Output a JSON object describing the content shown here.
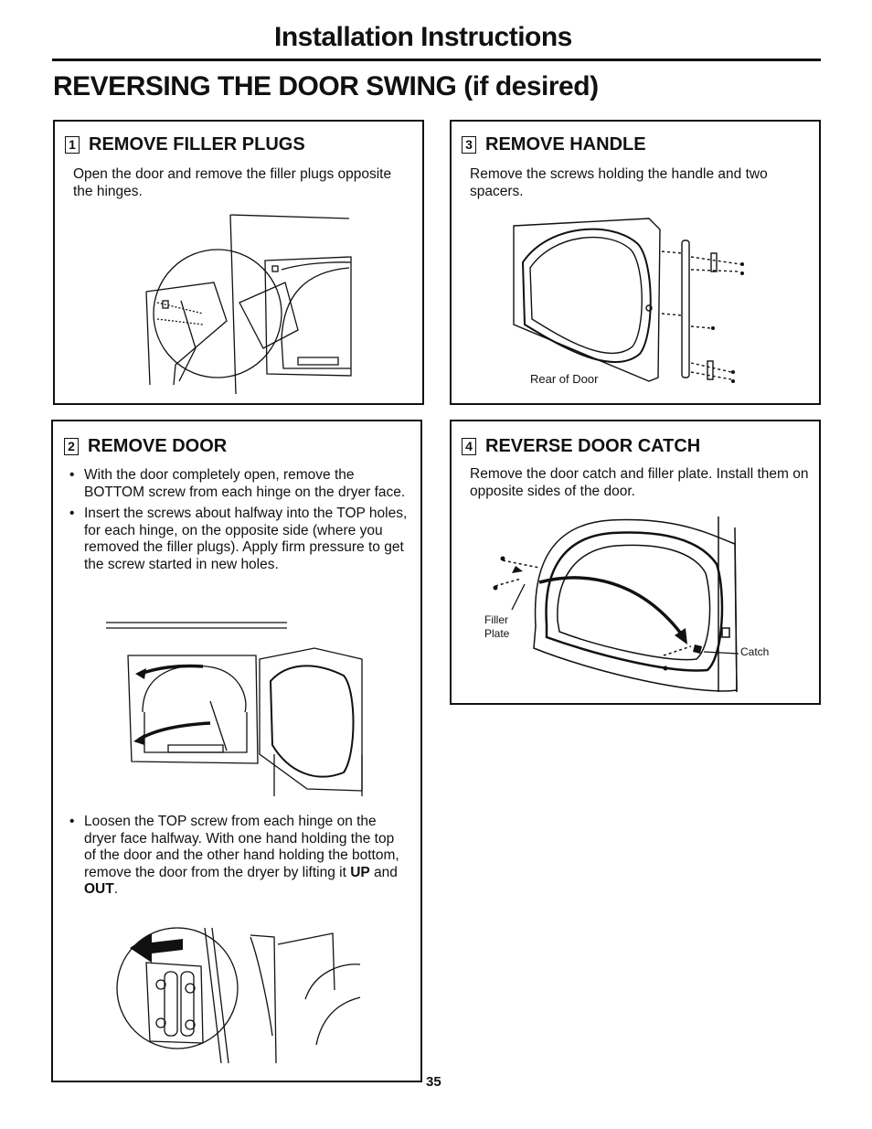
{
  "header": {
    "title": "Installation Instructions"
  },
  "section": {
    "title": "REVERSING THE DOOR SWING (if desired)"
  },
  "steps": [
    {
      "number": "1",
      "title": "REMOVE FILLER PLUGS",
      "text": "Open the door and remove the filler plugs opposite the hinges."
    },
    {
      "number": "2",
      "title": "REMOVE DOOR",
      "bullets": [
        "With the door completely open, remove the BOTTOM screw from each hinge on the dryer face.",
        "Insert the screws about halfway into the TOP holes, for each hinge, on the opposite side (where you removed the filler plugs). Apply firm pressure to get the screw started in new holes."
      ],
      "bullet3_pre": "Loosen the TOP screw from each hinge on the dryer face halfway. With one hand holding the top of the door and the other hand holding the bottom, remove the door from the dryer by lifting it ",
      "bullet3_up": "UP",
      "bullet3_and": " and ",
      "bullet3_out": "OUT",
      "bullet3_end": "."
    },
    {
      "number": "3",
      "title": "REMOVE HANDLE",
      "text": "Remove the screws holding the handle and two spacers.",
      "figure_label": "Rear of Door"
    },
    {
      "number": "4",
      "title": "REVERSE DOOR CATCH",
      "text": "Remove the door catch and filler plate. Install them on opposite sides of the door.",
      "label_filler": "Filler\nPlate",
      "label_filler_1": "Filler",
      "label_filler_2": "Plate",
      "label_catch": "Catch"
    }
  ],
  "page_number": "35"
}
